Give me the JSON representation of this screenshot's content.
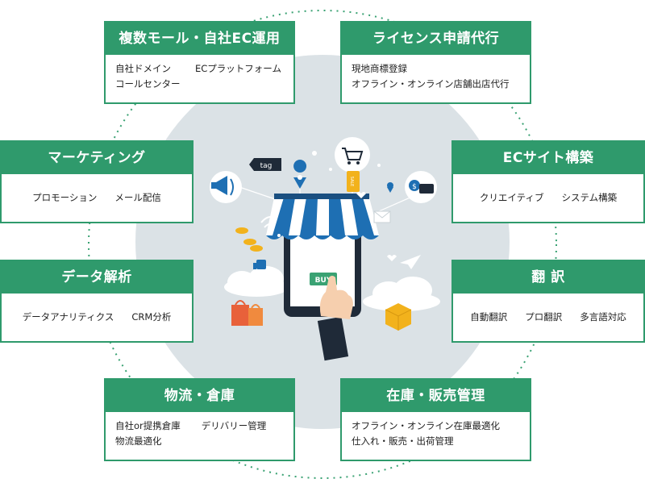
{
  "colors": {
    "accent": "#2f9a6c",
    "circle": "#dbe2e6",
    "dots": "#3aa273"
  },
  "services": {
    "multi_ec": {
      "title": "複数モール・自社EC運用",
      "items": [
        "自社ドメイン",
        "ECプラットフォーム",
        "コールセンター"
      ]
    },
    "license": {
      "title": "ライセンス申請代行",
      "items": [
        "現地商標登録",
        "オフライン・オンライン店舗出店代行"
      ]
    },
    "marketing": {
      "title": "マーケティング",
      "items": [
        "プロモーション",
        "メール配信"
      ]
    },
    "ec_site": {
      "title": "ECサイト構築",
      "items": [
        "クリエイティブ",
        "システム構築"
      ]
    },
    "data": {
      "title": "データ解析",
      "items": [
        "データアナリティクス",
        "CRM分析"
      ]
    },
    "translation": {
      "title": "翻 訳",
      "items": [
        "自動翻訳",
        "プロ翻訳",
        "多言語対応"
      ]
    },
    "logistics": {
      "title": "物流・倉庫",
      "items": [
        "自社or提携倉庫",
        "デリバリー管理",
        "物流最適化"
      ]
    },
    "inventory": {
      "title": "在庫・販売管理",
      "items": [
        "オフライン・オンライン在庫最適化",
        "仕入れ・販売・出荷管理"
      ]
    }
  },
  "illustration": {
    "buy_label": "BUY",
    "tag_label": "tag",
    "sale_label": "SALE",
    "icons": [
      "megaphone-icon",
      "shopping-cart-icon",
      "location-pin-icon",
      "credit-card-icon",
      "mail-icon",
      "paper-plane-icon",
      "thumbs-up-icon",
      "wifi-icon",
      "coin-icon",
      "shopping-bag-icon",
      "box-icon",
      "hand-icon"
    ]
  }
}
